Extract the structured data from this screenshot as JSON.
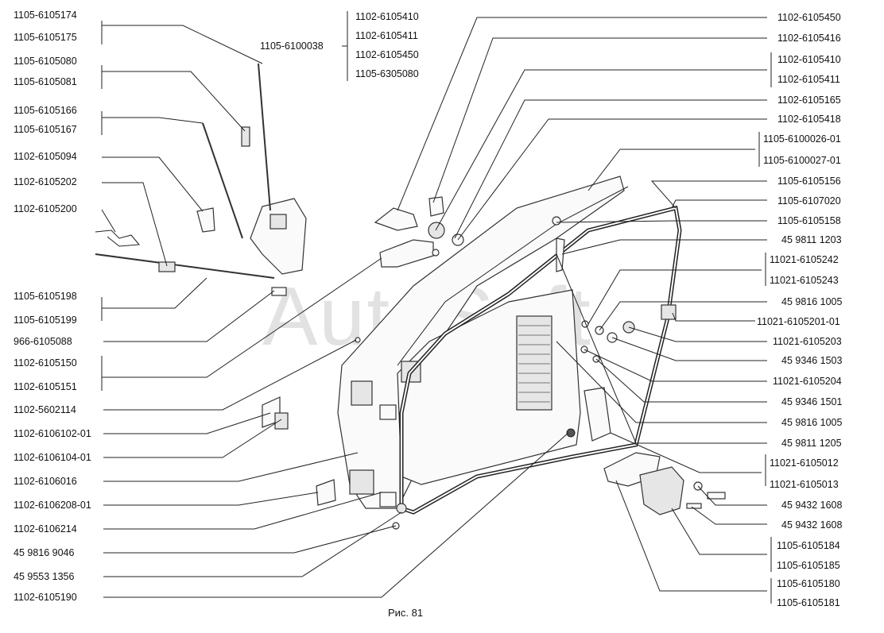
{
  "caption": "Рис. 81",
  "watermark": "AutoSoft",
  "labels_left": [
    "1105-6105174",
    "1105-6105175",
    "1105-6105080",
    "1105-6105081",
    "1105-6105166",
    "1105-6105167",
    "1102-6105094",
    "1102-6105202",
    "1102-6105200",
    "1105-6105198",
    "1105-6105199",
    "966-6105088",
    "1102-6105150",
    "1102-6105151",
    "1102-5602114",
    "1102-6106102-01",
    "1102-6106104-01",
    "1102-6106016",
    "1102-6106208-01",
    "1102-6106214",
    "45 9816 9046",
    "45 9553 1356",
    "1102-6105190"
  ],
  "labels_top": [
    "1105-6100038",
    "1102-6105410",
    "1102-6105411",
    "1102-6105450",
    "1105-6305080"
  ],
  "labels_right": [
    "1102-6105450",
    "1102-6105416",
    "1102-6105410",
    "1102-6105411",
    "1102-6105165",
    "1102-6105418",
    "1105-6100026-01",
    "1105-6100027-01",
    "1105-6105156",
    "1105-6107020",
    "1105-6105158",
    "45 9811 1203",
    "11021-6105242",
    "11021-6105243",
    "45 9816 1005",
    "11021-6105201-01",
    "11021-6105203",
    "45 9346 1503",
    "11021-6105204",
    "45 9346 1501",
    "45 9816 1005",
    "45 9811 1205",
    "11021-6105012",
    "11021-6105013",
    "45 9432 1608",
    "45 9432 1608",
    "1105-6105184",
    "1105-6105185",
    "1105-6105180",
    "1105-6105181"
  ]
}
